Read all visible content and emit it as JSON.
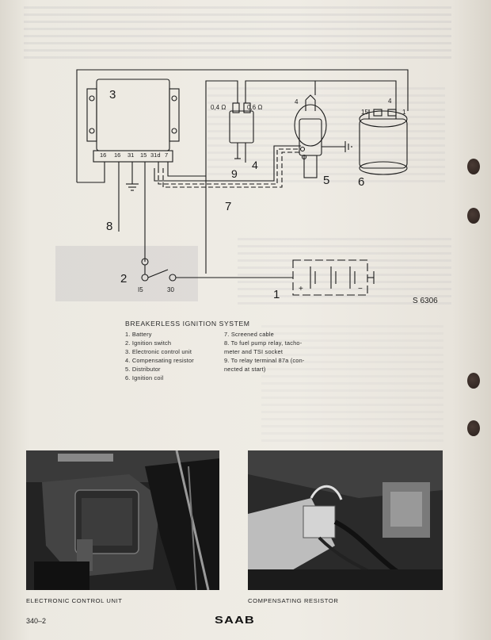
{
  "diagram": {
    "component_numbers": [
      "1",
      "2",
      "3",
      "4",
      "5",
      "6",
      "7",
      "8",
      "9"
    ],
    "control_unit_terminals": [
      "16",
      "16",
      "31",
      "15",
      "31d",
      "7"
    ],
    "resistor_values": [
      "0,4 Ω",
      "0,6 Ω"
    ],
    "terminal_labels": {
      "distributor_4": "4",
      "coil_15": "15",
      "coil_4": "4",
      "coil_1": "1",
      "switch_15": "I5",
      "switch_30": "30",
      "battery_plus": "+",
      "battery_minus": "−"
    },
    "figure_number": "S 6306"
  },
  "caption": {
    "title": "BREAKERLESS IGNITION SYSTEM",
    "legend_left": [
      "1. Battery",
      "2. Ignition switch",
      "3. Electronic control unit",
      "4. Compensating resistor",
      "5. Distributor",
      "6. Ignition coil"
    ],
    "legend_right": [
      "7. Screened cable",
      "8. To fuel pump relay, tacho-\nmeter and TSI socket",
      "9. To relay terminal 87a (con-\nnected at start)"
    ]
  },
  "photos": {
    "left_caption": "ELECTRONIC CONTROL UNIT",
    "right_caption": "COMPENSATING RESISTOR"
  },
  "footer": {
    "page_number": "340–2",
    "brand": "SAAB"
  },
  "colors": {
    "paper": "#efece5",
    "ink": "#1b1b1b",
    "photo_dark": "#1e1e1e"
  }
}
